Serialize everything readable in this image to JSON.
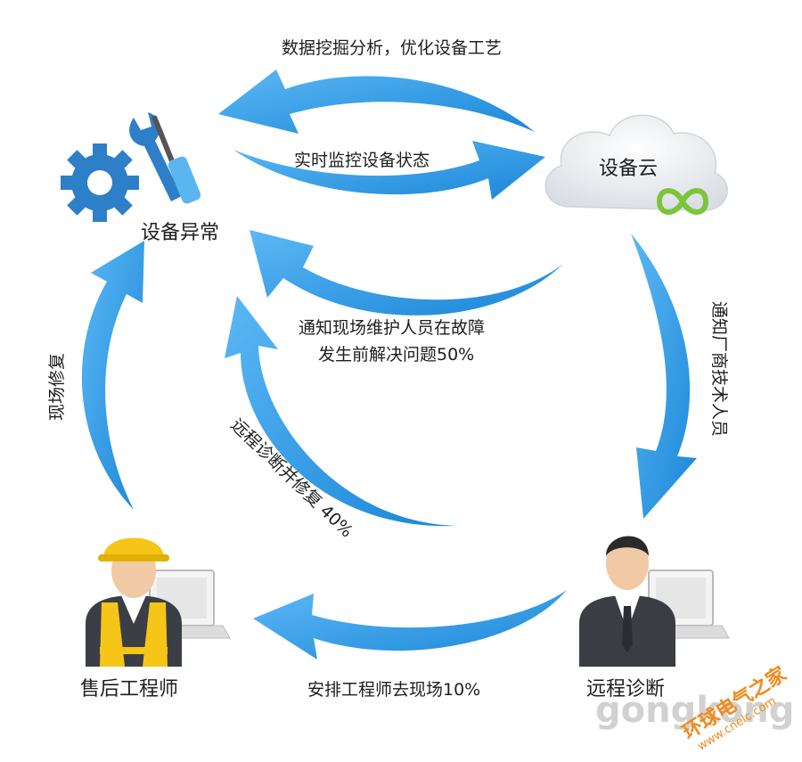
{
  "colors": {
    "arrow": "#2f9ae8",
    "arrow_dark": "#1a7fd0",
    "gear": "#2d7fc8",
    "cloud_logo": "#7cc43a"
  },
  "nodes": {
    "device_abnormal": "设备异常",
    "device_cloud": "设备云",
    "after_sales_engineer": "售后工程师",
    "remote_diagnosis": "远程诊断"
  },
  "arrows": {
    "data_mining": "数据挖掘分析，优化设备工艺",
    "realtime_monitor": "实时监控设备状态",
    "notify_onsite_line1": "通知现场维护人员在故障",
    "notify_onsite_line2": "发生前解决问题50%",
    "notify_vendor": "通知厂商技术人员",
    "remote_repair": "远程诊断并修复 40%",
    "onsite_repair": "现场修复",
    "dispatch_engineer": "安排工程师去现场10%"
  },
  "watermark": {
    "brand": "gongkong",
    "cn": "环球电气之家",
    "url": "www.cnelc.com"
  }
}
